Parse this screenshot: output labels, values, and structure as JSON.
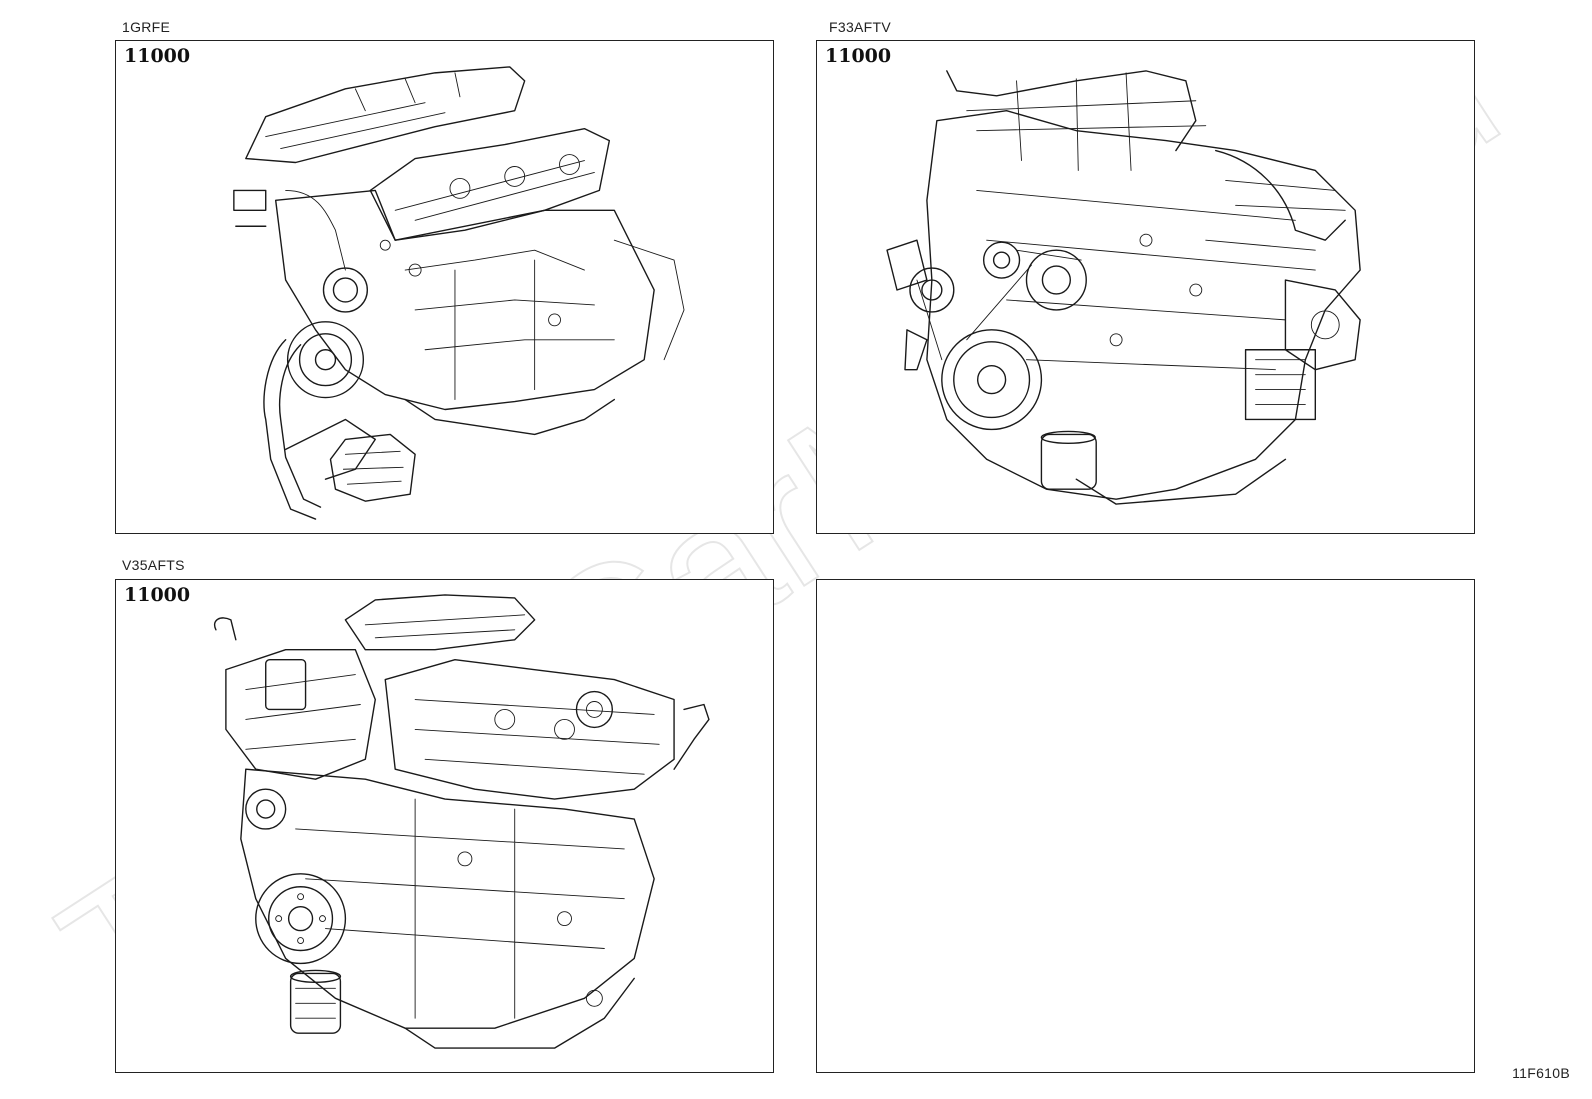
{
  "panels": [
    {
      "engine_label": "1GRFE",
      "part_code": "11000"
    },
    {
      "engine_label": "F33AFTV",
      "part_code": "11000"
    },
    {
      "engine_label": "V35AFTS",
      "part_code": "11000"
    },
    {
      "engine_label": "",
      "part_code": ""
    }
  ],
  "watermark_text": "ToyotaCarMaster.ru",
  "figure_id": "11F610B",
  "colors": {
    "line": "#1a1a1a",
    "watermark": "#e6e6e6",
    "background": "#ffffff"
  }
}
